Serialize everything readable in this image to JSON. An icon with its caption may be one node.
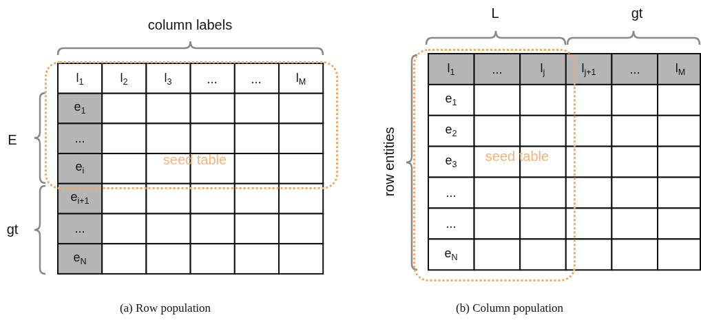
{
  "diagram": {
    "nodes": [
      {
        "text": [
          "seed table"
        ]
      },
      {
        "text": [
          "seed table"
        ]
      }
    ],
    "labels": [
      "column labels",
      "l$_{1}$",
      "l$_{2}$",
      "l$_{3}$",
      "...",
      "...",
      "l$_{M}$",
      "E",
      "e$_{1}$",
      "...",
      "e$_{i}$",
      "gt",
      "e$_{i+1}$",
      "...",
      "e$_{N}$",
      "(a)  Row population",
      "L",
      "gt",
      "l$_{1}$",
      "...",
      "l$_{j}$",
      "l$_{j+1}$",
      "...",
      "l$_{M}$",
      "row entities",
      "e$_{1}$",
      "e$_{2}$",
      "e$_{3}$",
      "...",
      "...",
      "e$_{N}$",
      "(b)  Column population"
    ]
  }
}
